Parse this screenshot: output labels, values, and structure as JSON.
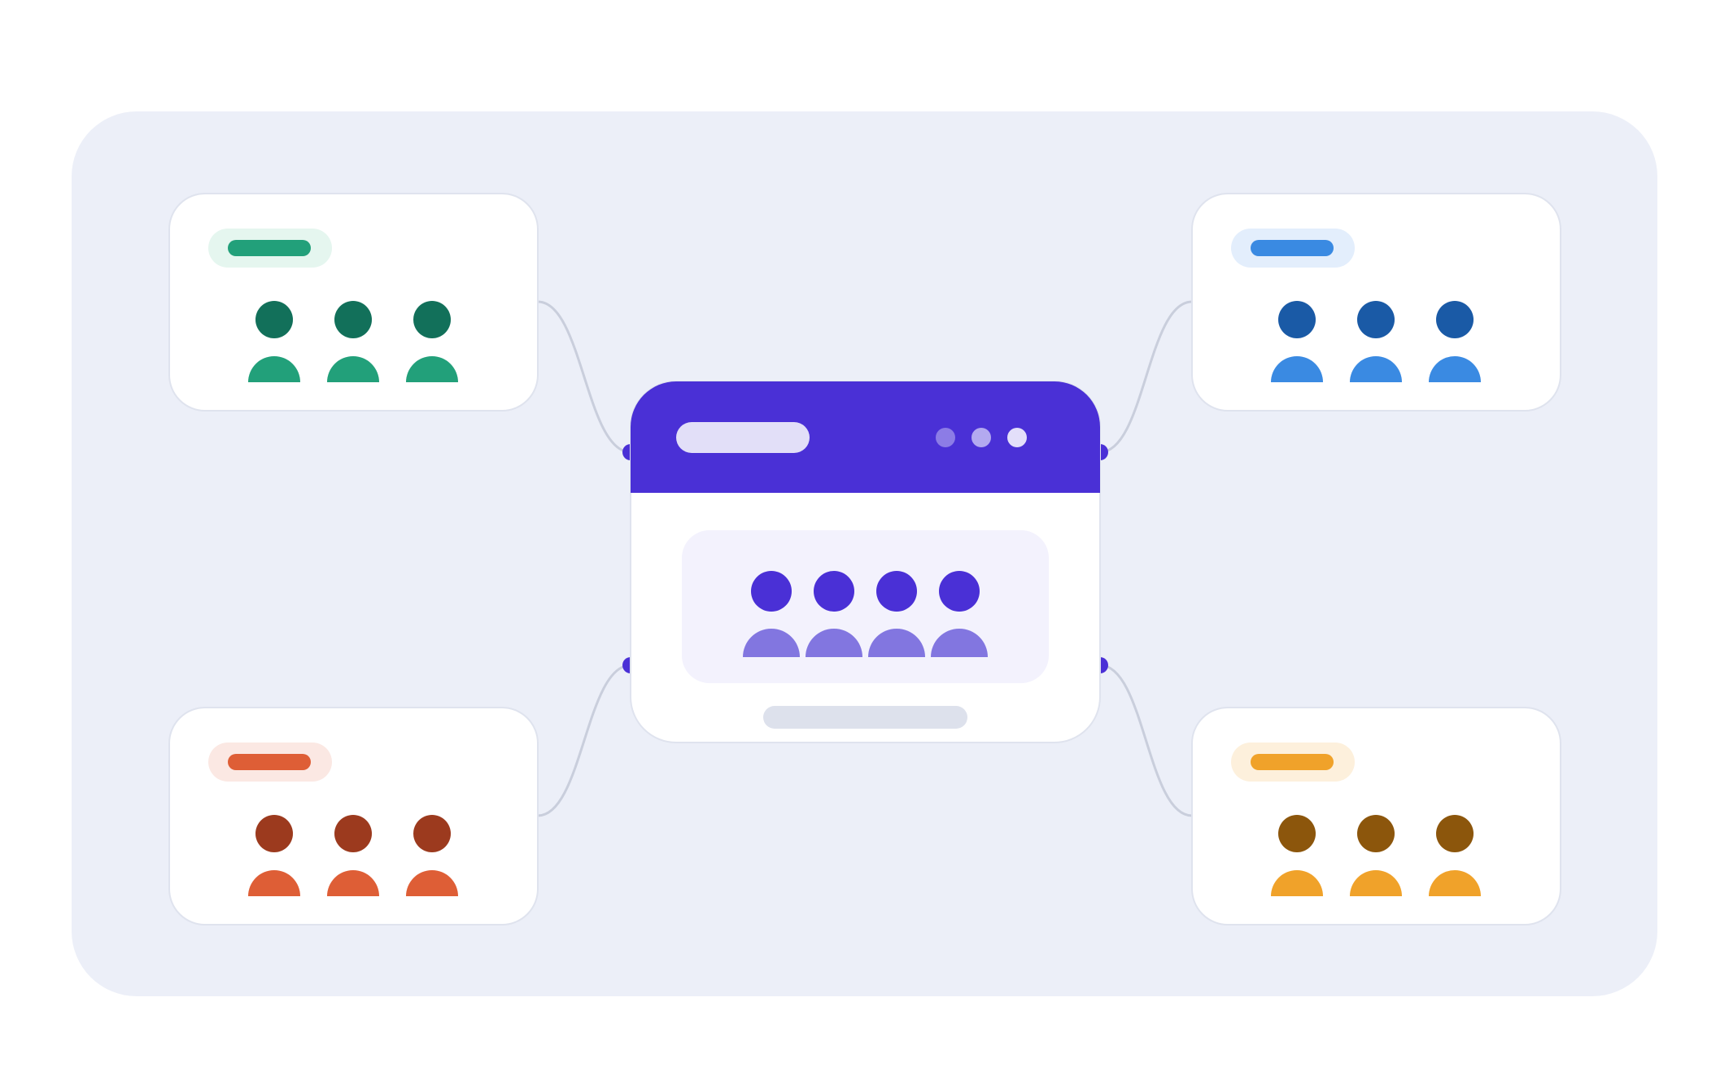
{
  "colors": {
    "page_background": "#ffffff",
    "board_background": "#eceff8",
    "card_background": "#ffffff",
    "card_border": "#dfe3ee",
    "connector_line": "#c9cedc",
    "hub_accent": "#4a30d6",
    "hub_pill": "#e2dff8",
    "hub_dot_1": "#8c7ce6",
    "hub_dot_2": "#b3a9f0",
    "hub_dot_3": "#e3dffa",
    "hub_panel": "#f3f2fd",
    "hub_person_head": "#4a30d6",
    "hub_person_body": "#8276e0",
    "hub_footer_bar": "#dde1ec"
  },
  "hub": {
    "icon": "group-icon",
    "people_count": 4
  },
  "groups": [
    {
      "id": "top-left",
      "icon": "group-icon",
      "people_count": 3,
      "pill_bg": "#e5f6ef",
      "bar": "#22a07a",
      "head": "#12705a",
      "body": "#22a07a"
    },
    {
      "id": "top-right",
      "icon": "group-icon",
      "people_count": 3,
      "pill_bg": "#e3eefc",
      "bar": "#3a8ae2",
      "head": "#1a5aa6",
      "body": "#3a8ae2"
    },
    {
      "id": "bottom-left",
      "icon": "group-icon",
      "people_count": 3,
      "pill_bg": "#fbe8e3",
      "bar": "#de5e36",
      "head": "#9c3a1e",
      "body": "#de5e36"
    },
    {
      "id": "bottom-right",
      "icon": "group-icon",
      "people_count": 3,
      "pill_bg": "#fdf0dc",
      "bar": "#f0a22a",
      "head": "#8c560c",
      "body": "#f0a22a"
    }
  ]
}
